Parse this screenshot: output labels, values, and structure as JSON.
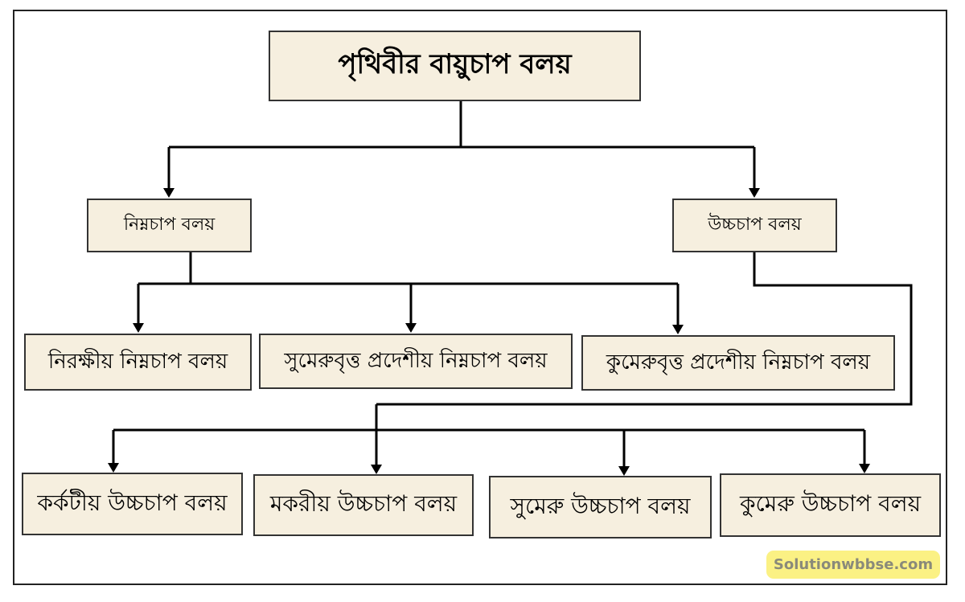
{
  "title": "পৃথিবীর বায়ুচাপ বলয়",
  "low_pressure": {
    "label": "নিম্নচাপ বলয়",
    "children": [
      "নিরক্ষীয় নিম্নচাপ বলয়",
      "সুমেরুবৃত্ত প্রদেশীয় নিম্নচাপ বলয়",
      "কুমেরুবৃত্ত প্রদেশীয় নিম্নচাপ বলয়"
    ]
  },
  "high_pressure": {
    "label": "উচ্চচাপ বলয়",
    "children": [
      "কর্কটীয় উচ্চচাপ বলয়",
      "মকরীয় উচ্চচাপ বলয়",
      "সুমেরু উচ্চচাপ বলয়",
      "কুমেরু উচ্চচাপ বলয়"
    ]
  },
  "watermark": "Solutionwbbse.com",
  "colors": {
    "box_fill": "#f6efdf",
    "watermark_bg": "#fbf184"
  }
}
